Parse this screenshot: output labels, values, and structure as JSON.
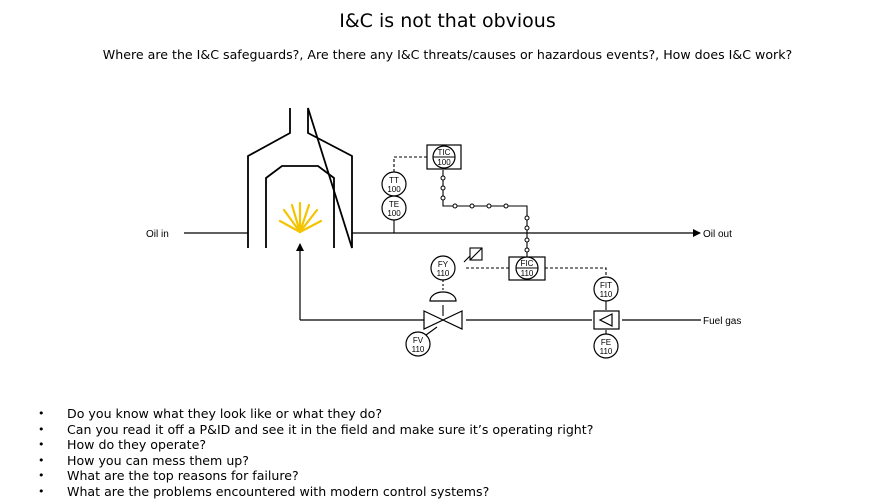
{
  "slide": {
    "title": "I&C is not that obvious",
    "subtitle": "Where are the I&C safeguards?, Are there any I&C threats/causes or hazardous events?, How does I&C work?"
  },
  "diagram": {
    "oil_in": "Oil in",
    "oil_out": "Oil out",
    "fuel_gas": "Fuel gas",
    "tic": {
      "tag": "TIC",
      "num": "100"
    },
    "tt": {
      "tag": "TT",
      "num": "100"
    },
    "te": {
      "tag": "TE",
      "num": "100"
    },
    "fic": {
      "tag": "FIC",
      "num": "110"
    },
    "fy": {
      "tag": "FY",
      "num": "110"
    },
    "fit": {
      "tag": "FIT",
      "num": "110"
    },
    "fv": {
      "tag": "FV",
      "num": "110"
    },
    "fe": {
      "tag": "FE",
      "num": "110"
    },
    "flame_color": "#f5c400"
  },
  "bullets": [
    "Do you know what they look like or what they do?",
    "Can you read it off a P&ID and see it in the field and make sure it’s operating right?",
    "How do they operate?",
    "How you can mess them up?",
    "What are the top reasons for failure?",
    "What are the problems encountered with modern control systems?"
  ]
}
